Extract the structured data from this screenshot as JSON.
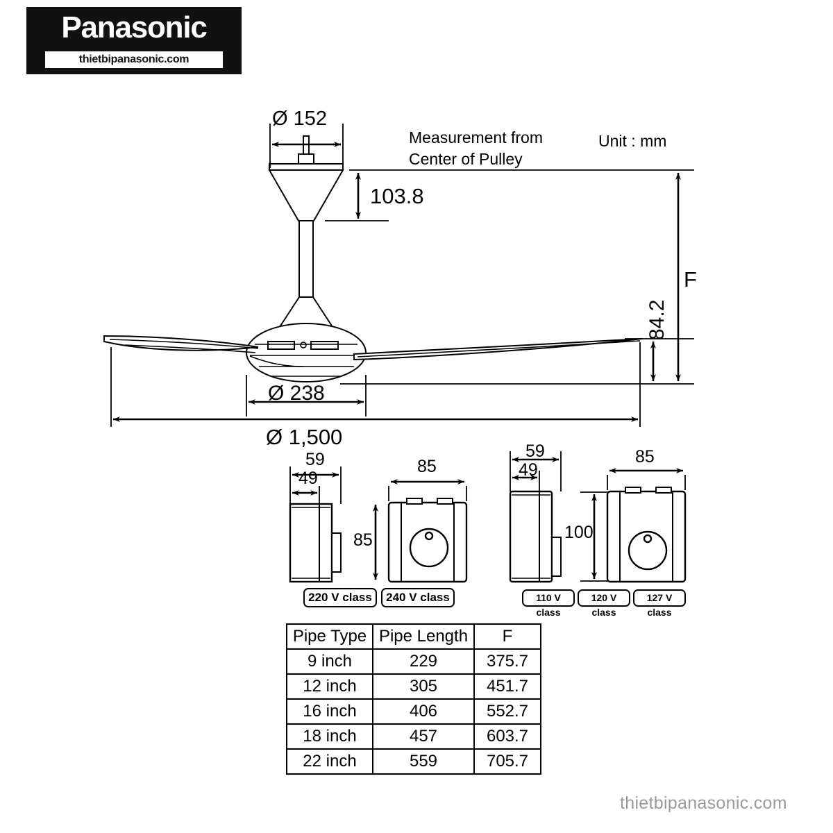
{
  "logo": {
    "brand": "Panasonic",
    "site": "thietbipanasonic.com"
  },
  "watermark": "thietbipanasonic.com",
  "notes": {
    "measurement_line1": "Measurement from",
    "measurement_line2": "Center of Pulley",
    "unit": "Unit : mm"
  },
  "main_dimensions": {
    "canopy_diameter": "Ø 152",
    "canopy_height": "103.8",
    "motor_diameter": "Ø 238",
    "blade_span": "Ø 1,500",
    "blade_to_ceiling": "84.2",
    "total_drop": "F"
  },
  "control_boxes": {
    "group_left": {
      "side_width_outer": "59",
      "side_width_inner": "49",
      "front_width": "85",
      "front_height": "85",
      "badges": [
        "220 V class",
        "240 V class"
      ]
    },
    "group_right": {
      "side_width_outer": "59",
      "side_width_inner": "49",
      "front_width": "85",
      "front_height": "100",
      "badges": [
        "110 V class",
        "120 V class",
        "127 V class"
      ]
    }
  },
  "table": {
    "headers": [
      "Pipe Type",
      "Pipe Length",
      "F"
    ],
    "rows": [
      [
        "9 inch",
        "229",
        "375.7"
      ],
      [
        "12 inch",
        "305",
        "451.7"
      ],
      [
        "16 inch",
        "406",
        "552.7"
      ],
      [
        "18 inch",
        "457",
        "603.7"
      ],
      [
        "22 inch",
        "559",
        "705.7"
      ]
    ]
  },
  "colors": {
    "ink": "#000000",
    "logo_bg": "#111111",
    "watermark": "#9a9a9a"
  }
}
